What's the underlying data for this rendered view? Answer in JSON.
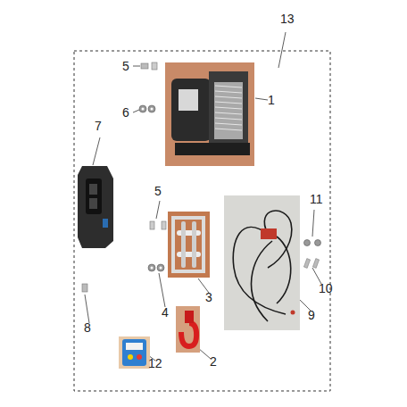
{
  "diagram": {
    "labels": [
      "13",
      "5",
      "1",
      "6",
      "7",
      "5",
      "3",
      "4",
      "8",
      "2",
      "12",
      "11",
      "10",
      "9"
    ]
  }
}
